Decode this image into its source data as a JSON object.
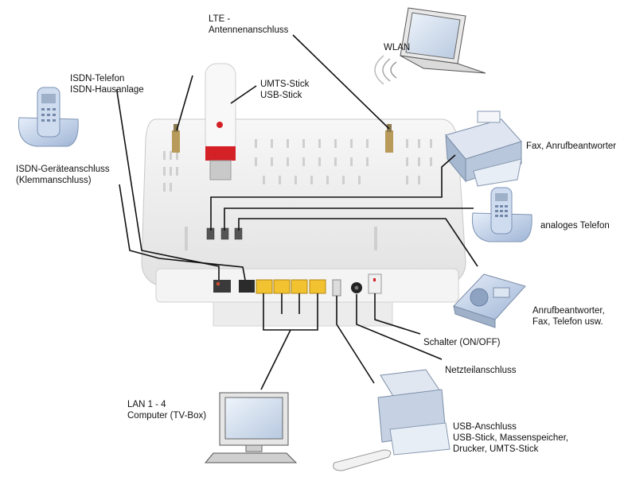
{
  "labels": {
    "lte": [
      "LTE -",
      "Antennenanschluss"
    ],
    "wlan": "WLAN",
    "isdn_phone": [
      "ISDN-Telefon",
      "ISDN-Hausanlage"
    ],
    "umts": [
      "UMTS-Stick",
      "USB-Stick"
    ],
    "isdn_port": [
      "ISDN-Geräteanschluss",
      "(Klemmanschluss)"
    ],
    "fax": "Fax, Anrufbeantworter",
    "analog_phone": "analoges Telefon",
    "answering": [
      "Anrufbeantworter,",
      "Fax, Telefon usw."
    ],
    "switch": "Schalter (ON/OFF)",
    "power": "Netzteilanschluss",
    "lan": [
      "LAN 1 - 4",
      "Computer (TV-Box)"
    ],
    "usb": [
      "USB-Anschluss",
      "USB-Stick, Massenspeicher,",
      "Drucker, UMTS-Stick"
    ]
  },
  "colors": {
    "lan_port": "#f2c230",
    "usb_stick_cap": "#d42027",
    "device_tint": "#c9d8ee",
    "line": "#111111"
  },
  "icons": [
    "router-device",
    "usb-stick",
    "laptop",
    "fax-machine",
    "cordless-phone",
    "answering-machine",
    "monitor",
    "printer"
  ]
}
